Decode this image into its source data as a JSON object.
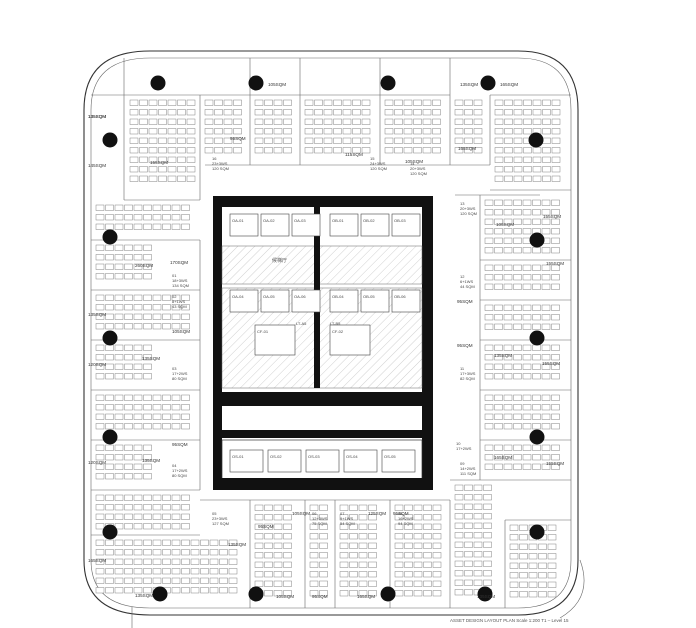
{
  "rooms": {
    "r_top_1": "135SQM",
    "r_top_2": "105SQM",
    "r_top_3": "135SQM",
    "r_top_4": "165SQM",
    "r_left_1": "135SQM",
    "r_left_2": "145SQM",
    "r_left_3": "155SQM",
    "r_left_4": "260SQM",
    "r_left_5": "170SQM",
    "r_left_6": "135SQM",
    "r_left_7": "105SQM",
    "r_left_8": "120SQM",
    "r_left_9": "135SQM",
    "r_left_10": "95SQM",
    "r_left_11": "120SQM",
    "r_left_12": "135SQM",
    "r_upper_mid_1": "95SQM",
    "r_upper_mid_2": "115SQM",
    "r_upper_mid_3": "105SQM",
    "r_upper_mid_4": "165SQM",
    "r_right_1": "155SQM",
    "r_right_2": "105SQM",
    "r_right_3": "155SQM",
    "r_right_4": "95SQM",
    "r_right_5": "135SQM",
    "r_right_6": "155SQM",
    "r_right_7": "155SQM",
    "r_right_8": "165SQM",
    "r_right_9": "95SQM",
    "r_bot_1": "95SQM",
    "r_bot_2": "105SQM",
    "r_bot_3": "125SQM",
    "r_bot_4": "95SQM",
    "r_bot_5": "135SQM",
    "r_bot_6": "165SQM",
    "r_bot_7": "135SQM",
    "r_bot_8": "105SQM",
    "r_bot_9": "95SQM",
    "r_bot_10": "165SQM",
    "r_bot_11": "135SQM"
  },
  "units": {
    "u01": [
      "01",
      "18+3WS",
      "134 SQM"
    ],
    "u02": [
      "02",
      "8+1WS",
      "43 SQM"
    ],
    "u03": [
      "03",
      "17+2WS",
      "80 SQM"
    ],
    "u04": [
      "04",
      "17+2WS",
      "80 SQM"
    ],
    "u05": [
      "05",
      "23+3WS",
      "127 SQM"
    ],
    "u06": [
      "06",
      "12+3WS",
      "75 SQM"
    ],
    "u07": [
      "07",
      "9+1WS",
      "54 SQM"
    ],
    "u08": [
      "08",
      "16+2WS",
      "94 SQM"
    ],
    "u09": [
      "09",
      "14+2WS",
      "111 SQM"
    ],
    "u10": [
      "10",
      "17+2WS",
      "",
      ""
    ],
    "u11": [
      "11",
      "17+3WS",
      "82 SQM"
    ],
    "u12": [
      "12",
      "6+1WS",
      "44 SQM"
    ],
    "u13": [
      "13",
      "20+3WS",
      "120 SQM"
    ],
    "u14": [
      "14",
      "20+3WS",
      "120 SQM"
    ],
    "u15": [
      "15",
      "24+3WS",
      "120 SQM"
    ],
    "u16": [
      "16",
      "23+3WS",
      "120 SQM"
    ]
  },
  "lifts": {
    "north": [
      "OA-01",
      "OA-02",
      "OA-03",
      "OB-01",
      "OB-02",
      "OB-03"
    ],
    "mid_left": [
      "OA-04",
      "OA-05",
      "OA-06"
    ],
    "mid_right": [
      "OB-04",
      "OB-05",
      "OB-06"
    ],
    "south": [
      "OS-01",
      "OS-02",
      "OS-03",
      "OS-04",
      "OS-05"
    ],
    "freight": [
      "CF-01",
      "CF-02"
    ],
    "core_tags": [
      "LT-A5",
      "LT-B5"
    ]
  },
  "labels": {
    "lobby": "候梯厅",
    "footer": "ASSET DESIGN LAYOUT PLAN   Scale 1:200   T1 – Level 15"
  }
}
